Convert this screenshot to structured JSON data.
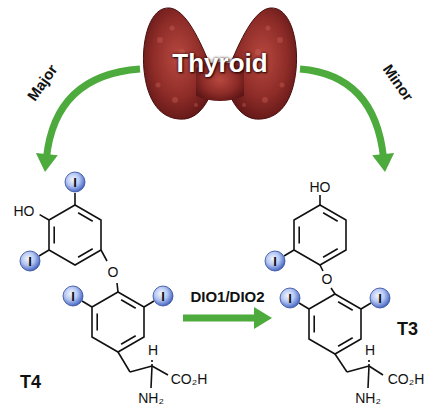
{
  "diagram": {
    "nodes": [
      {
        "text": [
          "Thyroid"
        ]
      },
      {
        "text": [
          "T4"
        ]
      },
      {
        "text": [
          "T3"
        ]
      }
    ],
    "edges": [
      {
        "from": 0,
        "to": 1,
        "arrow": "to",
        "label": "Major"
      },
      {
        "from": 0,
        "to": 2,
        "arrow": "to",
        "label": "Minor"
      },
      {
        "from": 1,
        "to": 2,
        "arrow": "to",
        "label": "DIO1/DIO2"
      }
    ],
    "labels": [
      "HO",
      "I",
      "I",
      "O",
      "I",
      "I",
      "H",
      "CO₂H",
      "NH₂",
      "HO",
      "I",
      "O",
      "I",
      "I",
      "H",
      "CO₂H",
      "NH₂"
    ]
  }
}
